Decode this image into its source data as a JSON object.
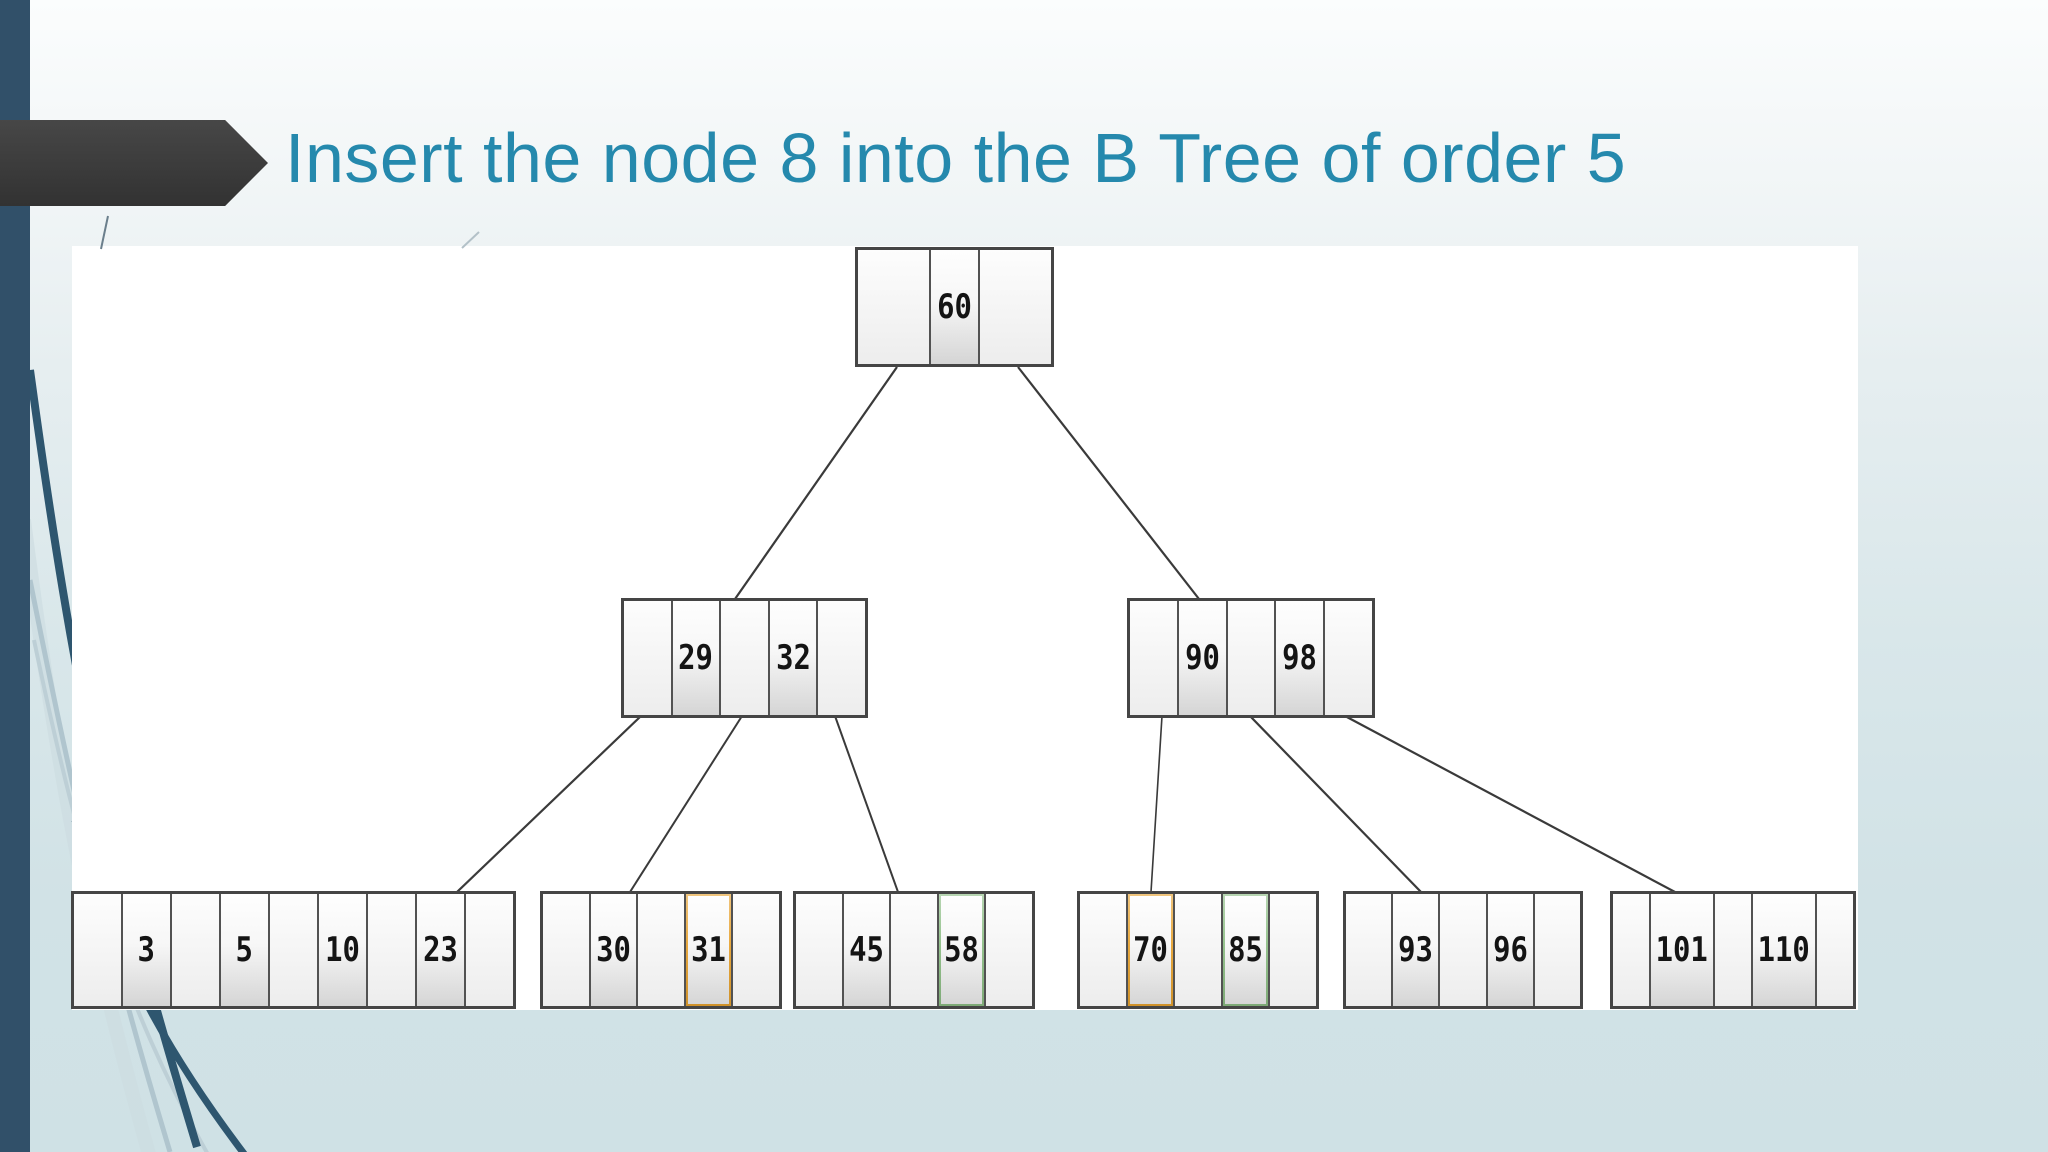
{
  "slide": {
    "title": "Insert the node 8 into the B Tree of order 5",
    "title_color": "#2589ad",
    "left_bar_color": "#315069",
    "arrow_banner_color": "#3b3b3b",
    "background_top": "#fbfdfd",
    "background_bottom": "#cfe1e5",
    "canvas_color": "#ffffff"
  },
  "tree": {
    "order": "5",
    "key_to_insert": "8",
    "levels": 3,
    "nodes": [
      {
        "id": "root",
        "level": 0,
        "keys": [
          "60"
        ],
        "key_colors": [
          "#ee6d6d"
        ]
      },
      {
        "id": "internal-left",
        "level": 1,
        "keys": [
          "29",
          "32"
        ],
        "key_colors": [
          "#f3cc5e",
          "#a5c4ee"
        ]
      },
      {
        "id": "internal-right",
        "level": 1,
        "keys": [
          "90",
          "98"
        ],
        "key_colors": [
          "#cc6d97",
          "#a9c7ef"
        ]
      },
      {
        "id": "leaf-1",
        "level": 2,
        "keys": [
          "3",
          "5",
          "10",
          "23"
        ],
        "key_colors": [
          "#f8ab14",
          "#f8ab14",
          "#f8ab14",
          "#cbe294"
        ]
      },
      {
        "id": "leaf-2",
        "level": 2,
        "keys": [
          "30",
          "31"
        ],
        "key_colors": [
          "#f9ecbc",
          "#fcdcb4"
        ]
      },
      {
        "id": "leaf-3",
        "level": 2,
        "keys": [
          "45",
          "58"
        ],
        "key_colors": [
          "#d2e0f5",
          "#c6dfc0"
        ]
      },
      {
        "id": "leaf-4",
        "level": 2,
        "keys": [
          "70",
          "85"
        ],
        "key_colors": [
          "#fcd9ae",
          "#cde4c6"
        ]
      },
      {
        "id": "leaf-5",
        "level": 2,
        "keys": [
          "93",
          "96"
        ],
        "key_colors": [
          "#f5d25d",
          "#9ecd7e"
        ]
      },
      {
        "id": "leaf-6",
        "level": 2,
        "keys": [
          "101",
          "110"
        ],
        "key_colors": [
          "#f7b97e",
          "#c5dc6f"
        ]
      }
    ],
    "edges": [
      {
        "from": "root",
        "to": "internal-left"
      },
      {
        "from": "root",
        "to": "internal-right"
      },
      {
        "from": "internal-left",
        "to": "leaf-1"
      },
      {
        "from": "internal-left",
        "to": "leaf-2"
      },
      {
        "from": "internal-left",
        "to": "leaf-3"
      },
      {
        "from": "internal-right",
        "to": "leaf-4"
      },
      {
        "from": "internal-right",
        "to": "leaf-5"
      },
      {
        "from": "internal-right",
        "to": "leaf-6"
      }
    ],
    "border_accents": {
      "orange": "#e7a22f",
      "green": "#8cbd84"
    }
  }
}
